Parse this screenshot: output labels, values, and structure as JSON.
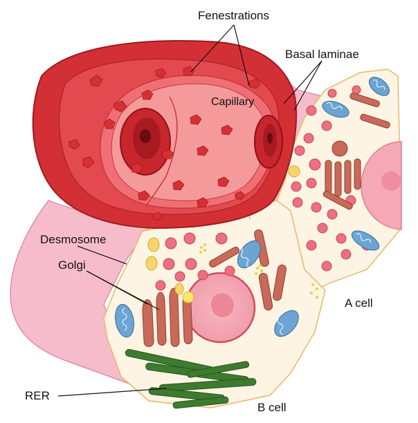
{
  "labels": {
    "fenestrations": "Fenestrations",
    "basal_laminae": "Basal laminae",
    "capillary": "Capillary",
    "desmosome": "Desmosome",
    "golgi": "Golgi",
    "a_cell": "A cell",
    "rer": "RER",
    "b_cell": "B cell"
  },
  "colors": {
    "capillary_dark": "#c8292b",
    "capillary_mid": "#e0444a",
    "capillary_light": "#f08a8a",
    "red_cell": "#d6282e",
    "pink_tissue": "#f7b9c7",
    "cytoplasm": "#fdf4e3",
    "cell_border": "#e6b866",
    "nucleus": "#f6b3bd",
    "mitochondria": "#6aa5d4",
    "golgi": "#c9695a",
    "granule": "#ec6a78",
    "rer": "#3d7b2e",
    "yellow_granule": "#f7d56a"
  }
}
